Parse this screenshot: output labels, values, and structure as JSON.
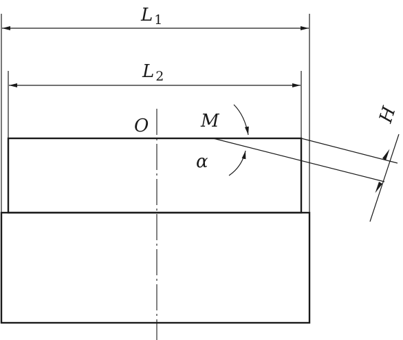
{
  "labels": {
    "L1": {
      "main": "L",
      "sub": "1"
    },
    "L2": {
      "main": "L",
      "sub": "2"
    },
    "O": "O",
    "M": "M",
    "alpha": "α",
    "H": "H"
  },
  "colors": {
    "ink": "#1a1a1a",
    "background": "#ffffff"
  }
}
